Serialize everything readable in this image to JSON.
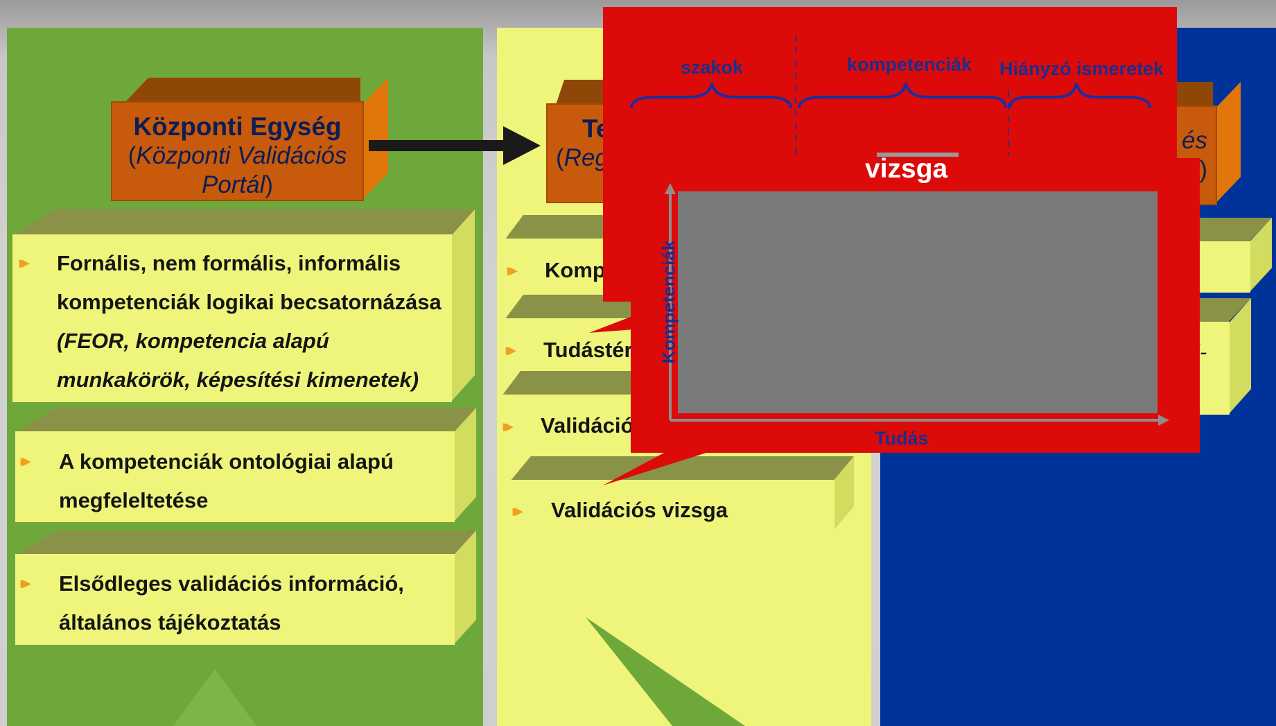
{
  "columns": {
    "left": {
      "title_main": "Központi Egység",
      "title_sub_open": "(",
      "title_sub_italic": "Központi Validációs Portál",
      "title_sub_close": ")",
      "items": [
        {
          "text": "Fornális, nem formális, informális kompetenciák logikai becsatornázása",
          "italic": "(FEOR, kompetencia alapú munkakörök, képesítési kimenetek)"
        },
        {
          "text": "A kompetenciák ontológiai alapú megfeleltetése",
          "italic": ""
        },
        {
          "text": "Elsődleges validációs információ, általános tájékoztatás",
          "italic": ""
        }
      ]
    },
    "middle": {
      "title_main": "Te",
      "title_sub_open": "(",
      "title_sub_italic": "Reg",
      "items": [
        "Komp",
        "Tudástér",
        "Validáció",
        "Validációs vizsga"
      ]
    },
    "right": {
      "title_fragment": "és",
      "title_close": ")",
      "item_fragment": "i-"
    }
  },
  "popup": {
    "brackets": [
      "szakok",
      "kompetenciák",
      "Hiányzó ismeretek"
    ],
    "title": "vizsga",
    "y_axis_label": "Kompetenciák",
    "x_axis_label": "Tudás"
  },
  "colors": {
    "green": "#6fa83a",
    "yellow": "#eef57a",
    "blue": "#00339a",
    "red": "#dd0a0a",
    "orange_box": "#c85a0c",
    "gray_area": "#7a7a7a"
  }
}
